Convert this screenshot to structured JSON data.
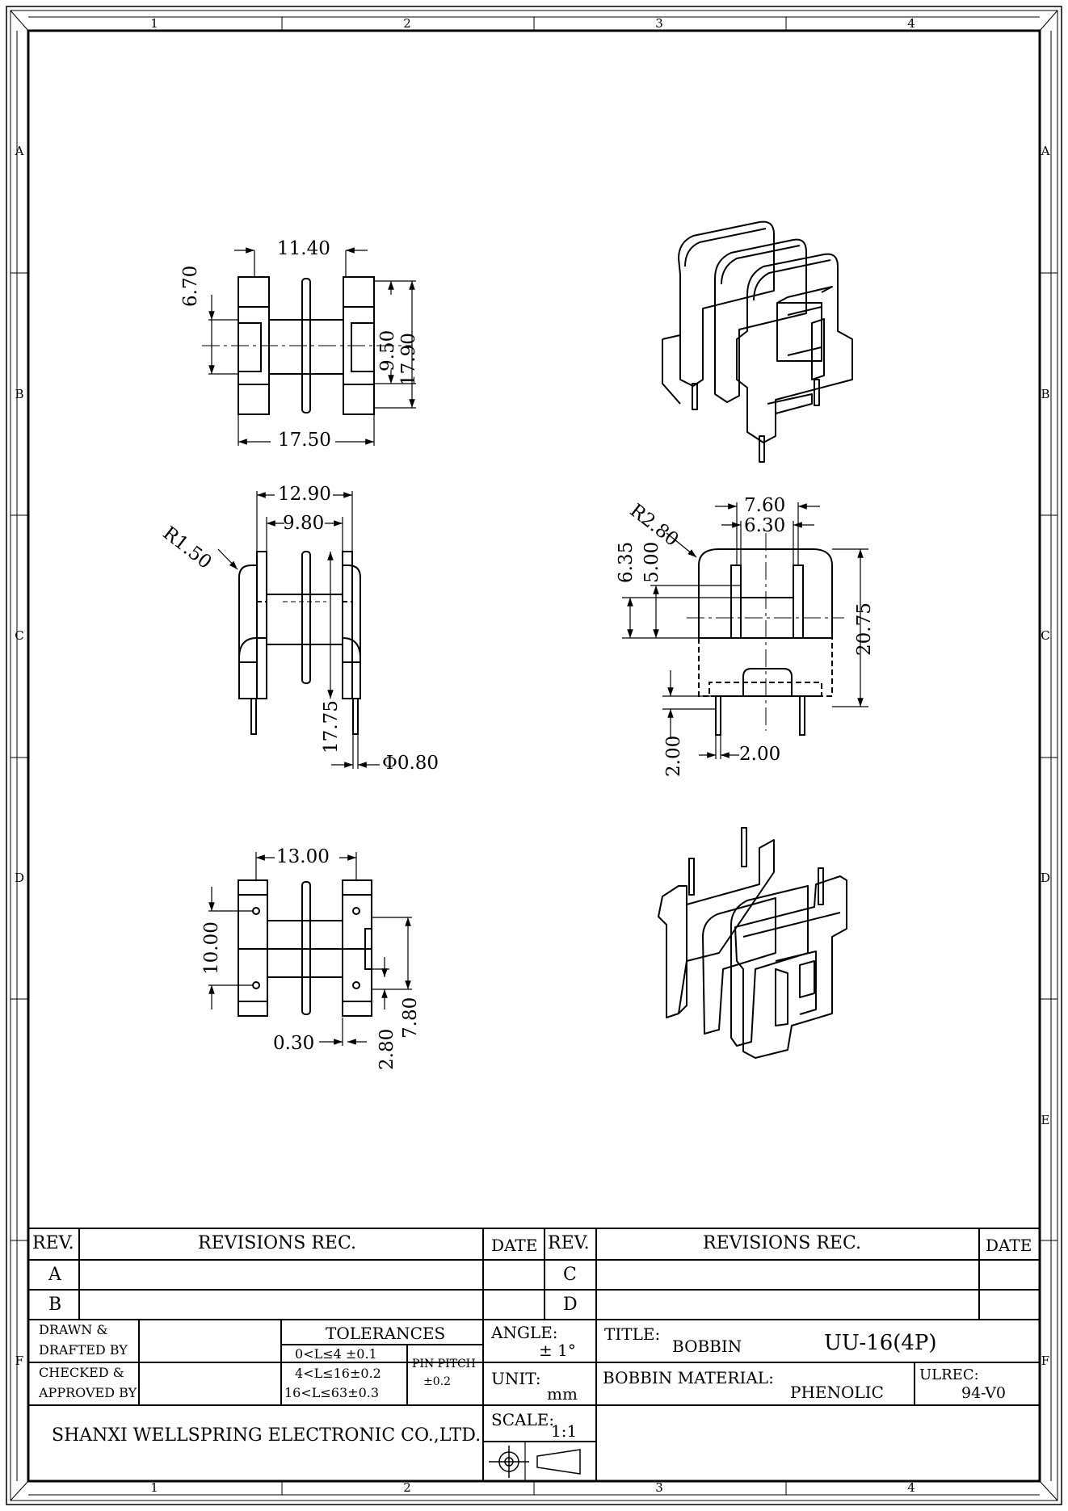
{
  "zones": {
    "columns": [
      "1",
      "2",
      "3",
      "4"
    ],
    "rows": [
      "A",
      "B",
      "C",
      "D",
      "E",
      "F"
    ]
  },
  "dimensions": {
    "top_width": "11.40",
    "top_flange_small": "6.70",
    "top_inner_height": "9.50",
    "top_overall_height": "17.90",
    "top_overall_width": "17.50",
    "front_overall_width": "12.90",
    "front_inner_width": "9.80",
    "front_radius": "R1.50",
    "front_height": "17.75",
    "pin_diameter": "Φ0.80",
    "side_width_outer": "7.60",
    "side_width_inner": "6.30",
    "side_radius": "R2.80",
    "side_dim_a": "6.35",
    "side_dim_b": "5.00",
    "side_overall_height": "20.75",
    "side_pin_length": "2.00",
    "side_pin_offset": "2.00",
    "bottom_width": "13.00",
    "bottom_pin_span": "10.00",
    "bottom_dim_a": "7.80",
    "bottom_dim_b": "2.80",
    "bottom_thickness": "0.30"
  },
  "title_block": {
    "rev_label": "REV.",
    "revisions_label": "REVISIONS REC.",
    "date_label": "DATE",
    "rev_a": "A",
    "rev_b": "B",
    "rev_c": "C",
    "rev_d": "D",
    "drawn_label_1": "DRAWN  &",
    "drawn_label_2": "DRAFTED BY",
    "checked_label_1": "CHECKED  &",
    "checked_label_2": "APPROVED BY",
    "tolerances_label": "TOLERANCES",
    "tol_1": "0<L≤4  ±0.1",
    "tol_2": "4<L≤16±0.2",
    "tol_3": "16<L≤63±0.3",
    "pin_pitch_label": "PIN PITCH",
    "pin_pitch_value": "±0.2",
    "angle_label": "ANGLE:",
    "angle_value": "± 1°",
    "unit_label": "UNIT:",
    "unit_value": "mm",
    "scale_label": "SCALE:",
    "scale_value": "1:1",
    "title_label": "TITLE:",
    "title_value": "BOBBIN",
    "part_number": "UU-16(4P)",
    "material_label": "BOBBIN MATERIAL:",
    "material_value": "PHENOLIC",
    "ulrec_label": "ULREC:",
    "ulrec_value": "94-V0",
    "company": "SHANXI WELLSPRING ELECTRONIC CO.,LTD."
  }
}
